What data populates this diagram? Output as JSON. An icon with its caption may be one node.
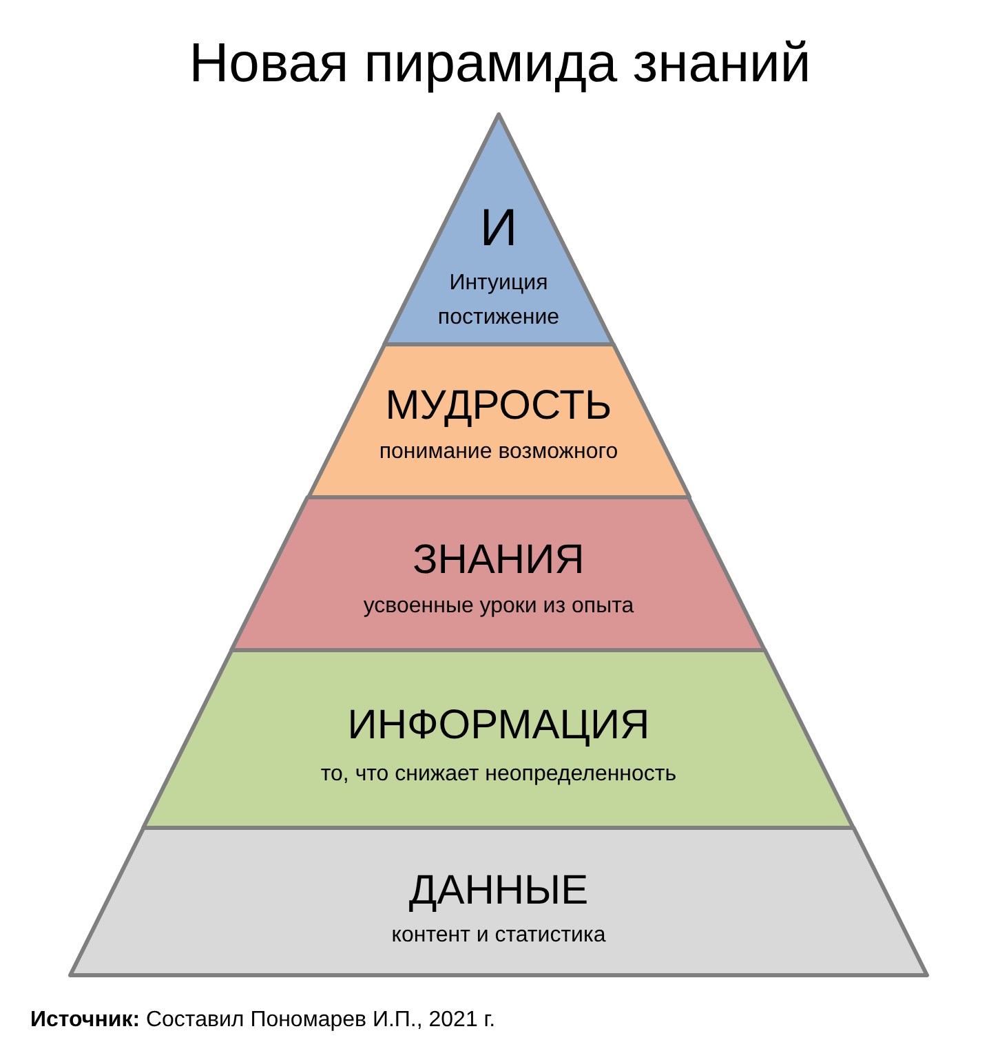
{
  "diagram": {
    "title": "Новая пирамида знаний",
    "caption": "**Источник:** Составил Пономарев И.П., 2021 г.",
    "nodes": [
      {
        "text": [
          "И",
          "Интуиция постижение"
        ]
      },
      {
        "text": [
          "МУДРОСТЬ",
          "понимание возможного"
        ]
      },
      {
        "text": [
          "ЗНАНИЯ",
          "усвоенные уроки из опыта"
        ]
      },
      {
        "text": [
          "ИНФОРМАЦИЯ",
          "то, что снижает неопределенность"
        ]
      },
      {
        "text": [
          "ДАННЫЕ",
          "контент и статистика"
        ]
      }
    ]
  }
}
